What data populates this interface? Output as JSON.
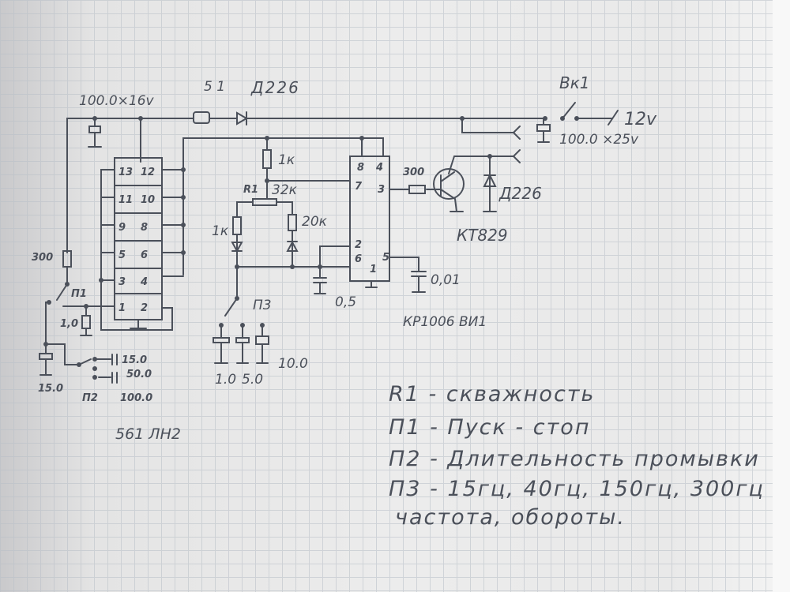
{
  "labels": {
    "cap_main": "100.0×16v",
    "fuse": "5 1",
    "diode_top": "Д226",
    "switch_main": "Вк1",
    "supply": "12v",
    "cap_supply": "100.0 ×25v",
    "res_1k_top": "1к",
    "pot_ref": "R1",
    "pot_value": "32к",
    "res_1k_left": "1к",
    "res_20k": "20к",
    "res_300_out": "300",
    "transistor": "КТ829",
    "diode_out": "Д226",
    "cap_05": "0,5",
    "cap_001": "0,01",
    "timer_ic": "КР1006 ВИ1",
    "logic_ic": "561 ЛН2",
    "res_300_left": "300",
    "switch_p1": "П1",
    "switch_p2": "П2",
    "switch_p3": "П3",
    "cap_10": "1,0",
    "cap_15": "15.0",
    "p2_caps": [
      "15.0",
      "50.0",
      "100.0"
    ],
    "p3_caps": [
      "1.0",
      "5.0",
      "10.0"
    ],
    "logic_pins": [
      [
        "13",
        "12"
      ],
      [
        "11",
        "10"
      ],
      [
        "9",
        "8"
      ],
      [
        "5",
        "6"
      ],
      [
        "3",
        "4"
      ],
      [
        "1",
        "2"
      ]
    ],
    "timer_pins": {
      "p8": "8",
      "p4": "4",
      "p7": "7",
      "p3": "3",
      "p2": "2",
      "p6": "6",
      "p5": "5",
      "p1": "1"
    }
  },
  "legend": [
    "R1 - скважность",
    "П1 - Пуск - стоп",
    "П2 - Длительность промывки",
    "П3 - 15гц, 40гц, 150гц, 300гц",
    "частота, обороты."
  ]
}
